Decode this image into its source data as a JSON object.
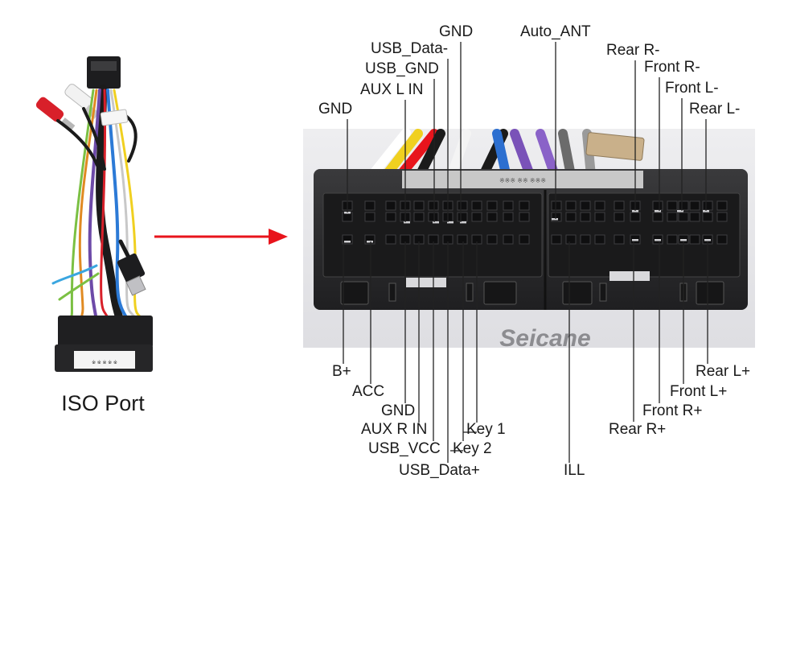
{
  "caption": "ISO Port",
  "watermark": "Seicane",
  "harness_tag": "※ ※ ※ ※ ※",
  "connector_sticker": "※※※  ※※  ※※※",
  "colors": {
    "arrow": "#e8141c",
    "connector_body": "#2b2b2d",
    "photo_bg": "#e6e6e9",
    "leader_line": "#222222",
    "watermark": "#8c8c90"
  },
  "top_labels": {
    "gnd_left": "GND",
    "aux_l_in": "AUX L IN",
    "usb_gnd": "USB_GND",
    "usb_data_minus": "USB_Data-",
    "gnd_top": "GND",
    "auto_ant": "Auto_ANT",
    "rear_r_minus": "Rear R-",
    "front_r_minus": "Front R-",
    "front_l_minus": "Front L-",
    "rear_l_minus": "Rear L-"
  },
  "bottom_labels": {
    "b_plus": "B+",
    "acc": "ACC",
    "gnd_bottom": "GND",
    "aux_r_in": "AUX R IN",
    "usb_vcc": "USB_VCC",
    "usb_data_plus": "USB_Data+",
    "key_1": "Key 1",
    "key_2": "Key 2",
    "ill": "ILL",
    "rear_r_plus": "Rear R+",
    "front_r_plus": "Front R+",
    "front_l_plus": "Front L+",
    "rear_l_plus": "Rear L+"
  }
}
